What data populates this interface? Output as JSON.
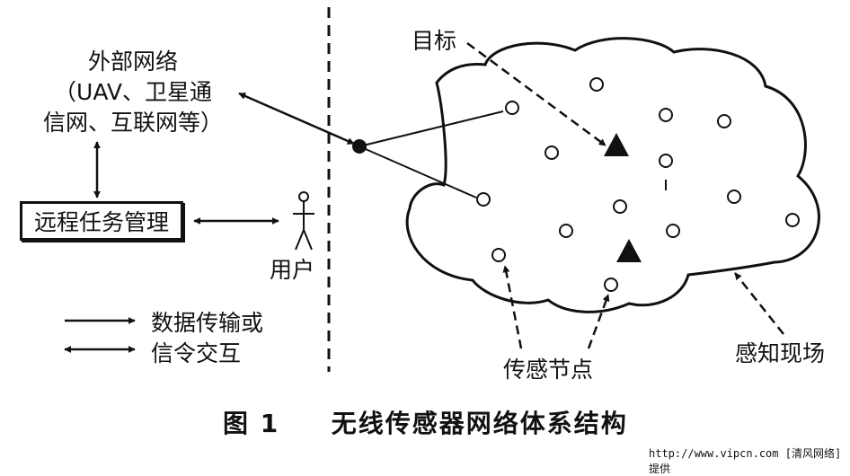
{
  "labels": {
    "external_network_line1": "外部网络",
    "external_network_line2": "（UAV、卫星通",
    "external_network_line3": "信网、互联网等）",
    "remote_task_mgmt": "远程任务管理",
    "user": "用户",
    "target": "目标",
    "sensor_nodes": "传感节点",
    "sensing_field": "感知现场"
  },
  "legend": {
    "one_way": "数据传输或",
    "two_way": "信令交互"
  },
  "caption": {
    "figure_no": "图 1",
    "title": "无线传感器网络体系结构"
  },
  "watermark": "http://www.vipcn.com [清风网络]提供",
  "colors": {
    "ink": "#111111",
    "background": "#ffffff"
  },
  "icons": [
    "stick-figure-user-icon",
    "sink-node-icon",
    "sensor-node-icon",
    "target-triangle-icon"
  ]
}
